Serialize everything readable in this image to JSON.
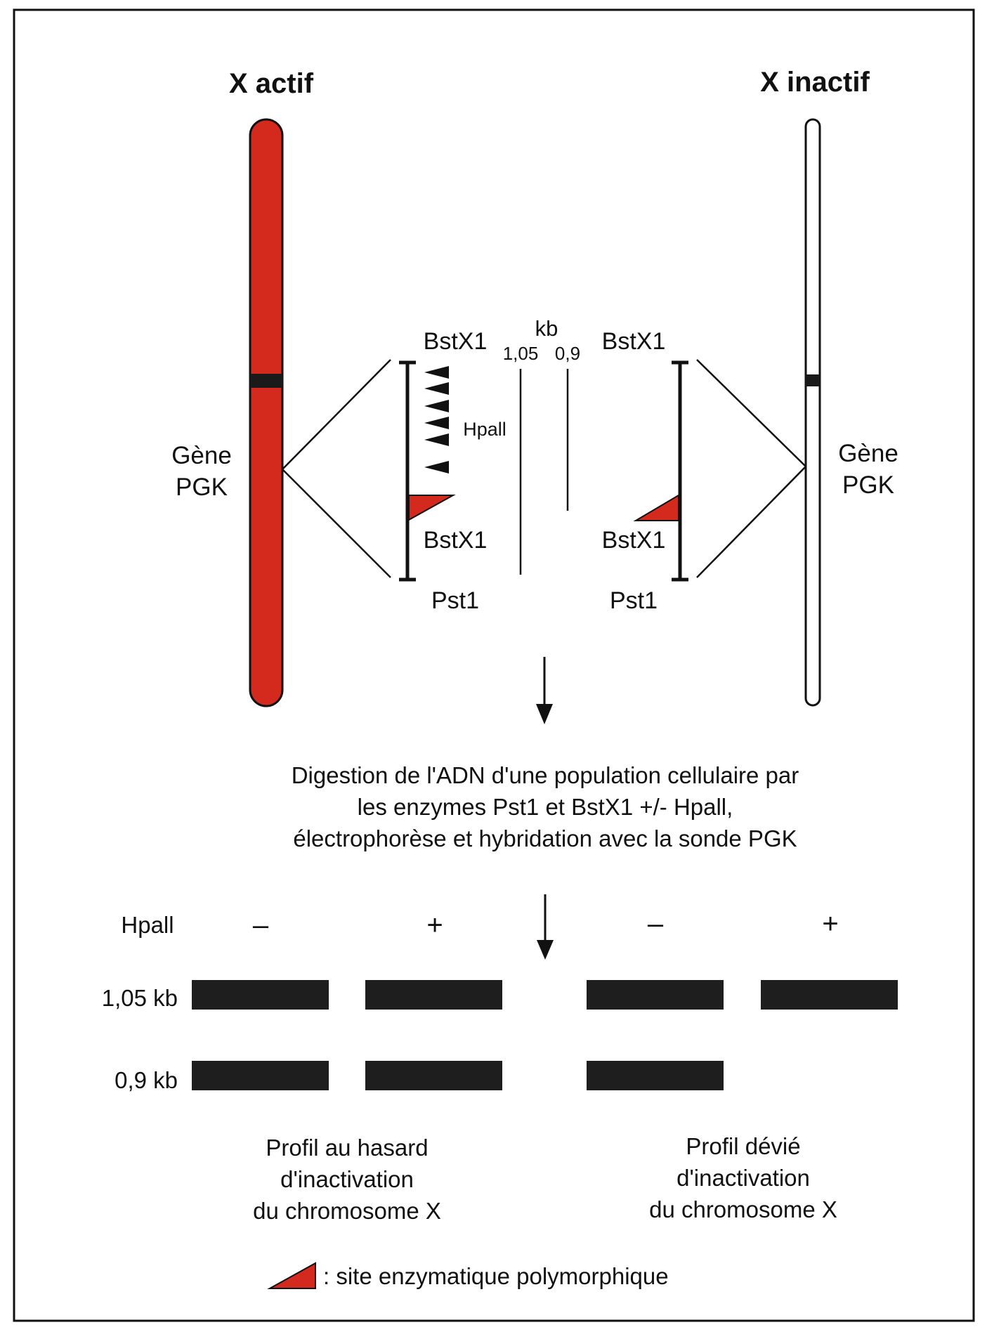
{
  "titles": {
    "active": "X actif",
    "inactive": "X inactif"
  },
  "gene_label": {
    "line1": "Gène",
    "line2": "PGK"
  },
  "enzymes": {
    "bstx1": "BstX1",
    "pst1": "Pst1",
    "hpaii": "Hpall"
  },
  "kb_scale": {
    "unit": "kb",
    "size_large": "1,05",
    "size_small": "0,9"
  },
  "procedure": {
    "line1": "Digestion de l'ADN d'une population cellulaire par",
    "line2": "les enzymes Pst1 et BstX1 +/- Hpall,",
    "line3": "électrophorèse et hybridation avec la sonde PGK"
  },
  "gel": {
    "row_header": "Hpall",
    "lanes": [
      "–",
      "+",
      "–",
      "+"
    ],
    "band_labels": [
      "1,05 kb",
      "0,9 kb"
    ],
    "bands_present": {
      "large": [
        true,
        true,
        true,
        true
      ],
      "small": [
        true,
        true,
        true,
        false
      ]
    }
  },
  "profiles": {
    "random": [
      "Profil au hasard",
      "d'inactivation",
      "du chromosome X"
    ],
    "skewed": [
      "Profil dévié",
      "d'inactivation",
      "du chromosome X"
    ]
  },
  "legend": {
    "text": ": site enzymatique polymorphique"
  },
  "colors": {
    "active_chromosome": "#d42a1e",
    "polymorphic_site": "#d42a1e",
    "band": "#1e1e1e",
    "ink": "#111111"
  }
}
